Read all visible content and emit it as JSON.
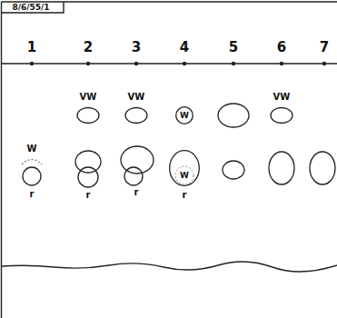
{
  "diagram": {
    "nodes": [
      {
        "text": [
          "W"
        ]
      },
      {
        "text": [
          "W"
        ]
      }
    ],
    "labels": [
      "8/6/55/1",
      "1",
      "2",
      "3",
      "4",
      "5",
      "6",
      "7",
      "VW",
      "VW",
      "VW",
      "W",
      "r",
      "r",
      "r",
      "r"
    ]
  }
}
